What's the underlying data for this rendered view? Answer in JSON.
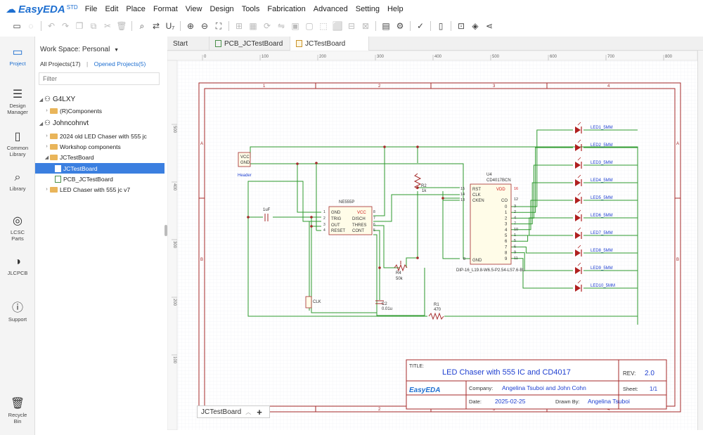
{
  "app": {
    "logo_text": "EasyEDA",
    "logo_badge": "STD",
    "menu": [
      "File",
      "Edit",
      "Place",
      "Format",
      "View",
      "Design",
      "Tools",
      "Fabrication",
      "Advanced",
      "Setting",
      "Help"
    ]
  },
  "toolbar": {
    "icons": [
      "save-icon",
      "cloud-icon",
      "undo-icon",
      "redo-icon",
      "copy-icon",
      "duplicate-icon",
      "cut-icon",
      "delete-icon",
      "search-icon",
      "find-replace-icon",
      "text-cursor-icon",
      "zoom-in-icon",
      "zoom-out-icon",
      "fit-view-icon",
      "align-icon",
      "distribute-icon",
      "rotate-icon",
      "flip-icon",
      "bring-front-icon",
      "send-back-icon",
      "group-icon",
      "ungroup-icon",
      "lock-icon",
      "unlock-icon",
      "bom-icon",
      "convert-icon",
      "checker-icon",
      "netlist-icon",
      "image-icon",
      "layers-icon",
      "share-icon"
    ]
  },
  "iconbar": {
    "items": [
      {
        "label": "Project",
        "icon": "folder-icon",
        "active": true
      },
      {
        "label": "Design\nManager",
        "icon": "design-manager-icon"
      },
      {
        "label": "Common\nLibrary",
        "icon": "chip-icon"
      },
      {
        "label": "Library",
        "icon": "library-search-icon"
      },
      {
        "label": "LCSC\nParts",
        "icon": "lcsc-icon"
      },
      {
        "label": "JLCPCB",
        "icon": "jlcpcb-icon"
      },
      {
        "label": "Support",
        "icon": "help-icon"
      },
      {
        "label": "Recycle\nBin",
        "icon": "trash-icon"
      }
    ]
  },
  "panel": {
    "workspace": "Work Space: Personal",
    "all_projects": "All Projects(17)",
    "separator": "|",
    "opened_projects": "Opened Projects(5)",
    "filter_placeholder": "Filter",
    "tree": [
      {
        "label": "G4LXY",
        "type": "user"
      },
      {
        "label": "(R)Components",
        "type": "folder"
      },
      {
        "label": "Johncohnvt",
        "type": "user"
      },
      {
        "label": "2024 old LED Chaser with 555 jc",
        "type": "folder"
      },
      {
        "label": "Workshop components",
        "type": "folder"
      },
      {
        "label": "JCTestBoard",
        "type": "folder"
      },
      {
        "label": "JCTestBoard",
        "type": "schematic",
        "selected": true
      },
      {
        "label": "PCB_JCTestBoard",
        "type": "pcb"
      },
      {
        "label": "LED Chaser with 555 jc v7",
        "type": "folder"
      }
    ]
  },
  "tabs": [
    {
      "label": "Start"
    },
    {
      "label": "PCB_JCTestBoard"
    },
    {
      "label": "JCTestBoard",
      "active": true
    }
  ],
  "sheet_tab": {
    "label": "JCTestBoard",
    "add": "+"
  },
  "schematic": {
    "ruler_top": [
      "0",
      "100",
      "200",
      "300",
      "400",
      "500",
      "600",
      "700",
      "800"
    ],
    "ruler_left": [
      "500",
      "400",
      "300",
      "200",
      "100"
    ],
    "border_cols": [
      "1",
      "2",
      "3",
      "4"
    ],
    "border_rows": [
      "A",
      "B"
    ],
    "header": {
      "pins": [
        "VCC",
        "GND"
      ],
      "label": "Header"
    },
    "ne555": {
      "name": "NE555P",
      "left_pins": [
        "GND",
        "TRIG",
        "OUT",
        "RESET"
      ],
      "right_pins": [
        "VCC",
        "DISCH",
        "THRES",
        "CONT"
      ],
      "left_nums": [
        "1",
        "2",
        "3",
        "4"
      ],
      "right_nums": [
        "8",
        "7",
        "6",
        "5"
      ]
    },
    "cd4017": {
      "ref": "U4",
      "name": "CD4017BCN",
      "footprint": "DIP-16_L19.8-W6.5-P2.54-LS7.6-BL",
      "left_pins": [
        "RST",
        "CLK",
        "CKEN"
      ],
      "left_nums": [
        "15",
        "14",
        "13"
      ],
      "vdd": "VDD",
      "vdd_num": "16",
      "co": "CO",
      "co_num": "12",
      "gnd": "GND",
      "gnd_num": "8",
      "outputs": [
        "0",
        "1",
        "2",
        "3",
        "4",
        "5",
        "6",
        "7",
        "8",
        "9"
      ],
      "output_nums": [
        "3",
        "2",
        "4",
        "7",
        "10",
        "1",
        "5",
        "6",
        "9",
        "11"
      ]
    },
    "cap1": {
      "label": "1uF"
    },
    "r2": {
      "ref": "R2",
      "value": "1k"
    },
    "r4": {
      "ref": "R4",
      "value": "50k"
    },
    "c2": {
      "ref": "C2",
      "value": "0.01u"
    },
    "r1": {
      "ref": "R1",
      "value": "470"
    },
    "clk": "CLK",
    "leds": [
      "LED1_5MM",
      "LED2_5MM",
      "LED3_5MM",
      "LED4_5MM",
      "LED5_5MM",
      "LED6_5MM",
      "LED7_5MM",
      "LED8_5MM",
      "LED9_5MM",
      "LED10_5MM"
    ],
    "titleblock": {
      "title_label": "TITLE:",
      "title": "LED Chaser with 555 IC and CD4017",
      "rev_label": "REV:",
      "rev": "2.0",
      "logo": "EasyEDA",
      "company_label": "Company:",
      "company": "Angelina Tsuboi and John Cohn",
      "sheet_label": "Sheet:",
      "sheet": "1/1",
      "date_label": "Date:",
      "date": "2025-02-25",
      "drawn_label": "Drawn By:",
      "drawn": "Angelina Tsuboi"
    }
  }
}
